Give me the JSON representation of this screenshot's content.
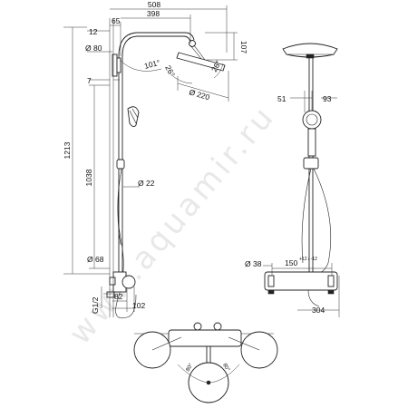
{
  "watermark": "www.aquamir.ru",
  "dimensions": {
    "overall_width": "508",
    "reach": "398",
    "left_offset_65": "65",
    "left_offset_12": "12",
    "head_drop": "107",
    "mount_diameter": "Ø 80",
    "wall_gap": "7",
    "arm_angle": "101°",
    "tilt_left": "26°",
    "tilt_right": "26°",
    "head_diameter": "Ø 220",
    "total_height": "1213",
    "pipe_height": "1038",
    "pipe_diameter": "Ø 22",
    "mixer_diameter": "Ø 68",
    "thread": "G1/2",
    "depth_82": "82",
    "depth_102": "102",
    "handshower_left": "51",
    "handshower_right": "93",
    "knob_diameter": "Ø 38",
    "connection_spacing": "150",
    "connection_tolerance": "+12 / -12",
    "mixer_width": "304",
    "rotation_left": "80°",
    "rotation_right": "80°"
  }
}
